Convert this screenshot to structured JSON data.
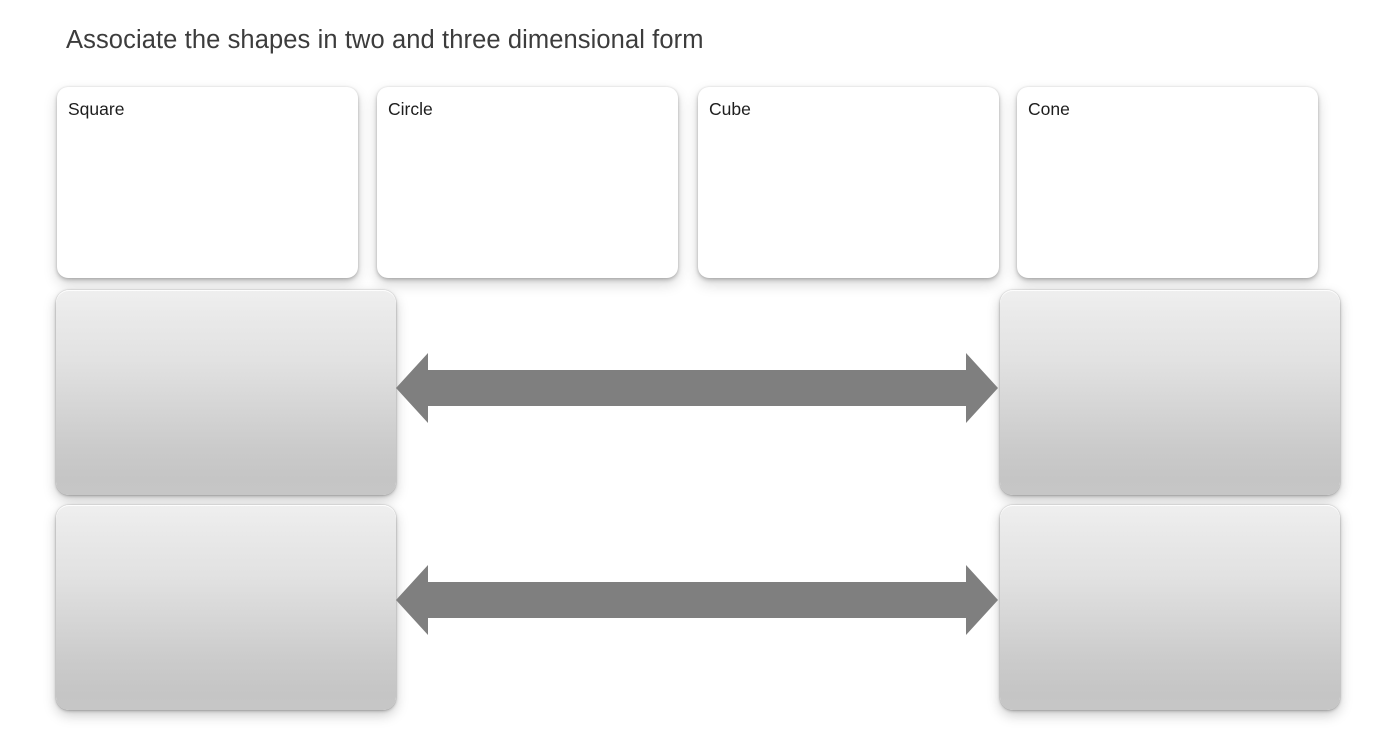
{
  "slide": {
    "title": "Associate the shapes in two and three dimensional form",
    "background_color": "#ffffff"
  },
  "term_cards": [
    {
      "label": "Square",
      "fill_color": "#ffffff"
    },
    {
      "label": "Circle",
      "fill_color": "#ffffff"
    },
    {
      "label": "Cube",
      "fill_color": "#ffffff"
    },
    {
      "label": "Cone",
      "fill_color": "#ffffff"
    }
  ],
  "drop_boxes": [
    {
      "position": "top-left",
      "label": "",
      "gradient_top": "#efefef",
      "gradient_bottom": "#c5c5c5"
    },
    {
      "position": "top-right",
      "label": "",
      "gradient_top": "#efefef",
      "gradient_bottom": "#c5c5c5"
    },
    {
      "position": "bottom-left",
      "label": "",
      "gradient_top": "#efefef",
      "gradient_bottom": "#c5c5c5"
    },
    {
      "position": "bottom-right",
      "label": "",
      "gradient_top": "#efefef",
      "gradient_bottom": "#c5c5c5"
    }
  ],
  "connectors": [
    {
      "position": "top",
      "type": "double-headed-arrow",
      "color": "#7f7f7f"
    },
    {
      "position": "bottom",
      "type": "double-headed-arrow",
      "color": "#7f7f7f"
    }
  ]
}
